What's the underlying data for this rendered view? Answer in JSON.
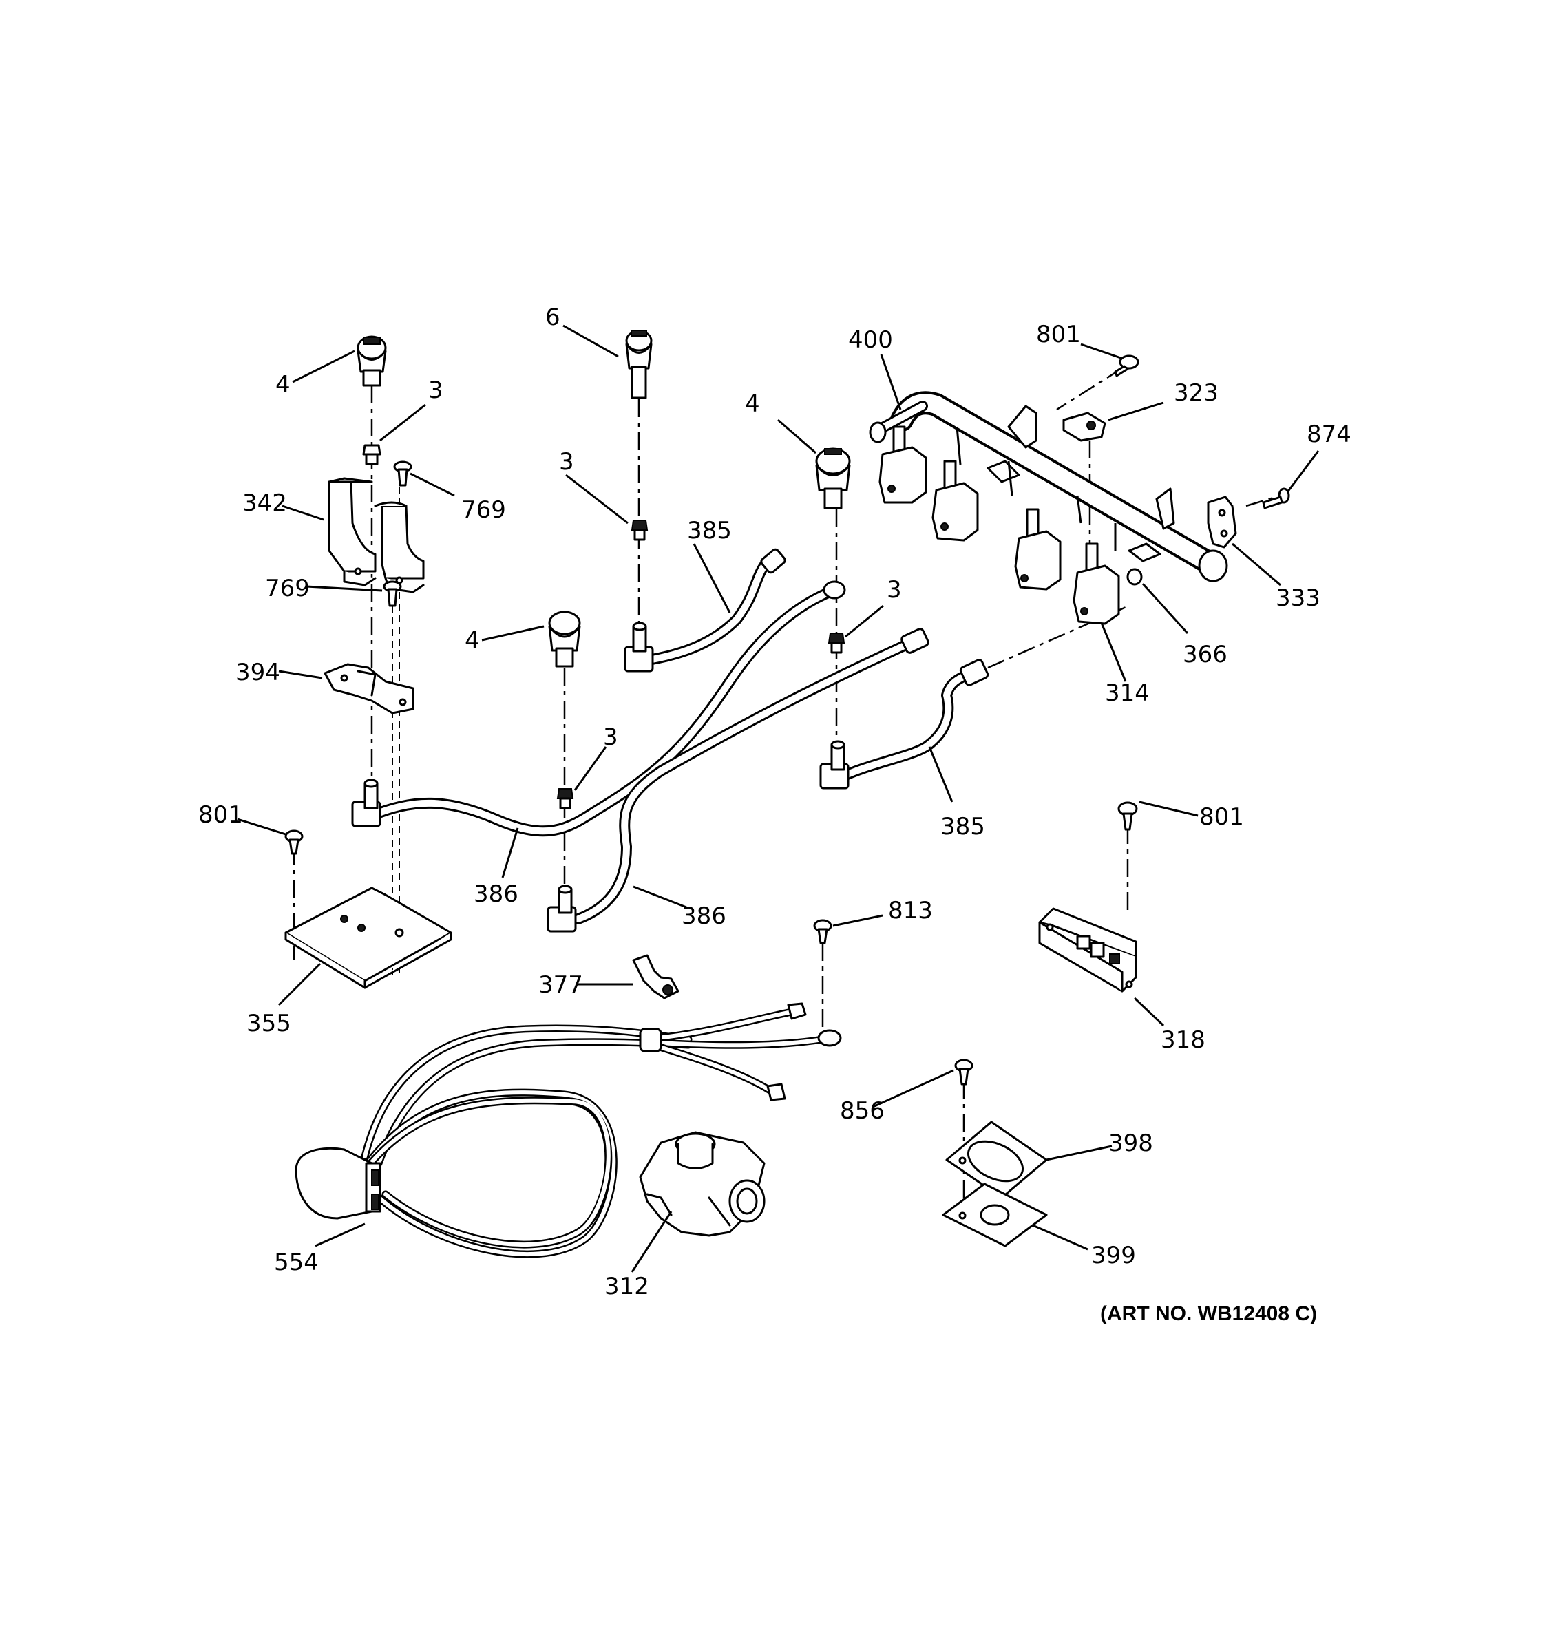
{
  "callouts": {
    "c4a": "4",
    "c3a": "3",
    "c769a": "769",
    "c342": "342",
    "c769b": "769",
    "c394": "394",
    "c801a": "801",
    "c355": "355",
    "c6": "6",
    "c3b": "3",
    "c385a": "385",
    "c4b": "4",
    "c3c": "3",
    "c386a": "386",
    "c386b": "386",
    "c377": "377",
    "c4c": "4",
    "c3d": "3",
    "c385b": "385",
    "c400": "400",
    "c801b": "801",
    "c323": "323",
    "c874": "874",
    "c333": "333",
    "c366": "366",
    "c314": "314",
    "c801c": "801",
    "c813": "813",
    "c318": "318",
    "c856": "856",
    "c398": "398",
    "c399": "399",
    "c554": "554",
    "c312": "312"
  },
  "art_number": "(ART NO. WB12408 C)"
}
